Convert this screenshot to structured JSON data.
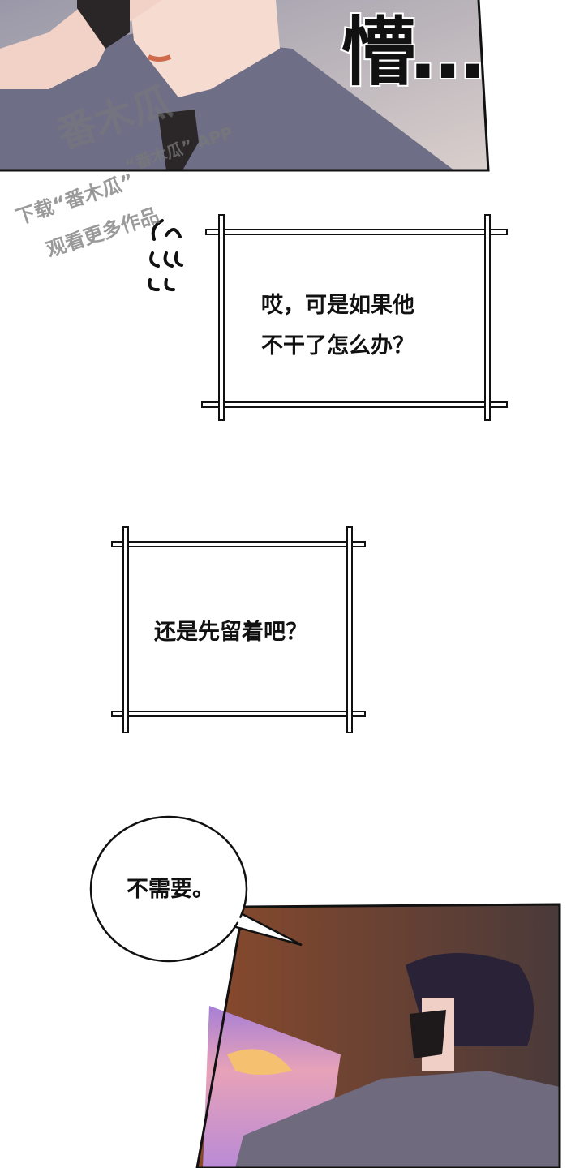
{
  "panels": {
    "top": {
      "sfx": "懵…"
    },
    "caption_1": {
      "lines": [
        "哎，可是如果他",
        "不干了怎么办？"
      ]
    },
    "caption_2": {
      "lines": [
        "还是先留着吧？"
      ]
    },
    "speech_bubble": {
      "text": "不需要。"
    }
  },
  "watermark": {
    "logo": "番木瓜",
    "app_line": "“番木瓜” APP",
    "line_1": "下载“番木瓜”",
    "line_2": "观看更多作品"
  },
  "colors": {
    "shirt": "#6e6f86",
    "sky": "#c98fd0",
    "wall": "#6b4a3e"
  }
}
